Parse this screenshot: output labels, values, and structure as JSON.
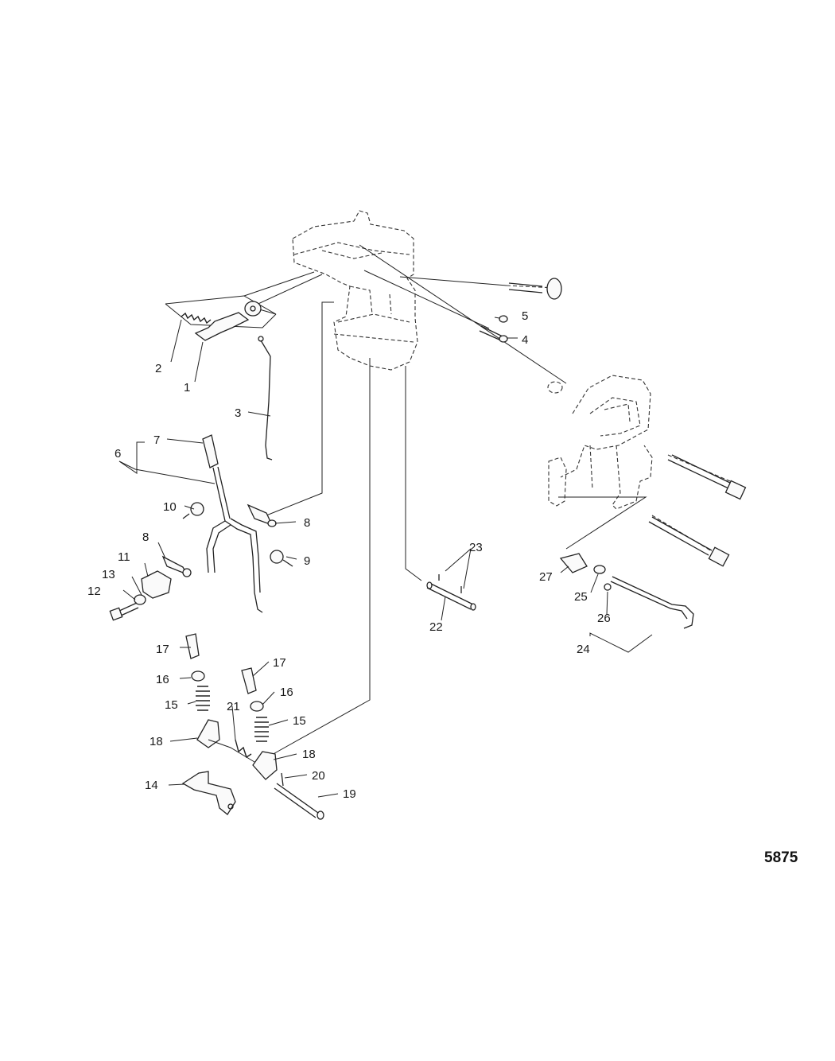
{
  "figure_id": "5875",
  "callouts": [
    {
      "label": "1"
    },
    {
      "label": "2"
    },
    {
      "label": "3"
    },
    {
      "label": "4"
    },
    {
      "label": "5"
    },
    {
      "label": "6"
    },
    {
      "label": "7"
    },
    {
      "label": "8"
    },
    {
      "label": "8"
    },
    {
      "label": "9"
    },
    {
      "label": "10"
    },
    {
      "label": "11"
    },
    {
      "label": "12"
    },
    {
      "label": "13"
    },
    {
      "label": "14"
    },
    {
      "label": "15"
    },
    {
      "label": "15"
    },
    {
      "label": "16"
    },
    {
      "label": "16"
    },
    {
      "label": "17"
    },
    {
      "label": "17"
    },
    {
      "label": "18"
    },
    {
      "label": "18"
    },
    {
      "label": "19"
    },
    {
      "label": "20"
    },
    {
      "label": "21"
    },
    {
      "label": "22"
    },
    {
      "label": "23"
    },
    {
      "label": "24"
    },
    {
      "label": "25"
    },
    {
      "label": "26"
    },
    {
      "label": "27"
    }
  ]
}
